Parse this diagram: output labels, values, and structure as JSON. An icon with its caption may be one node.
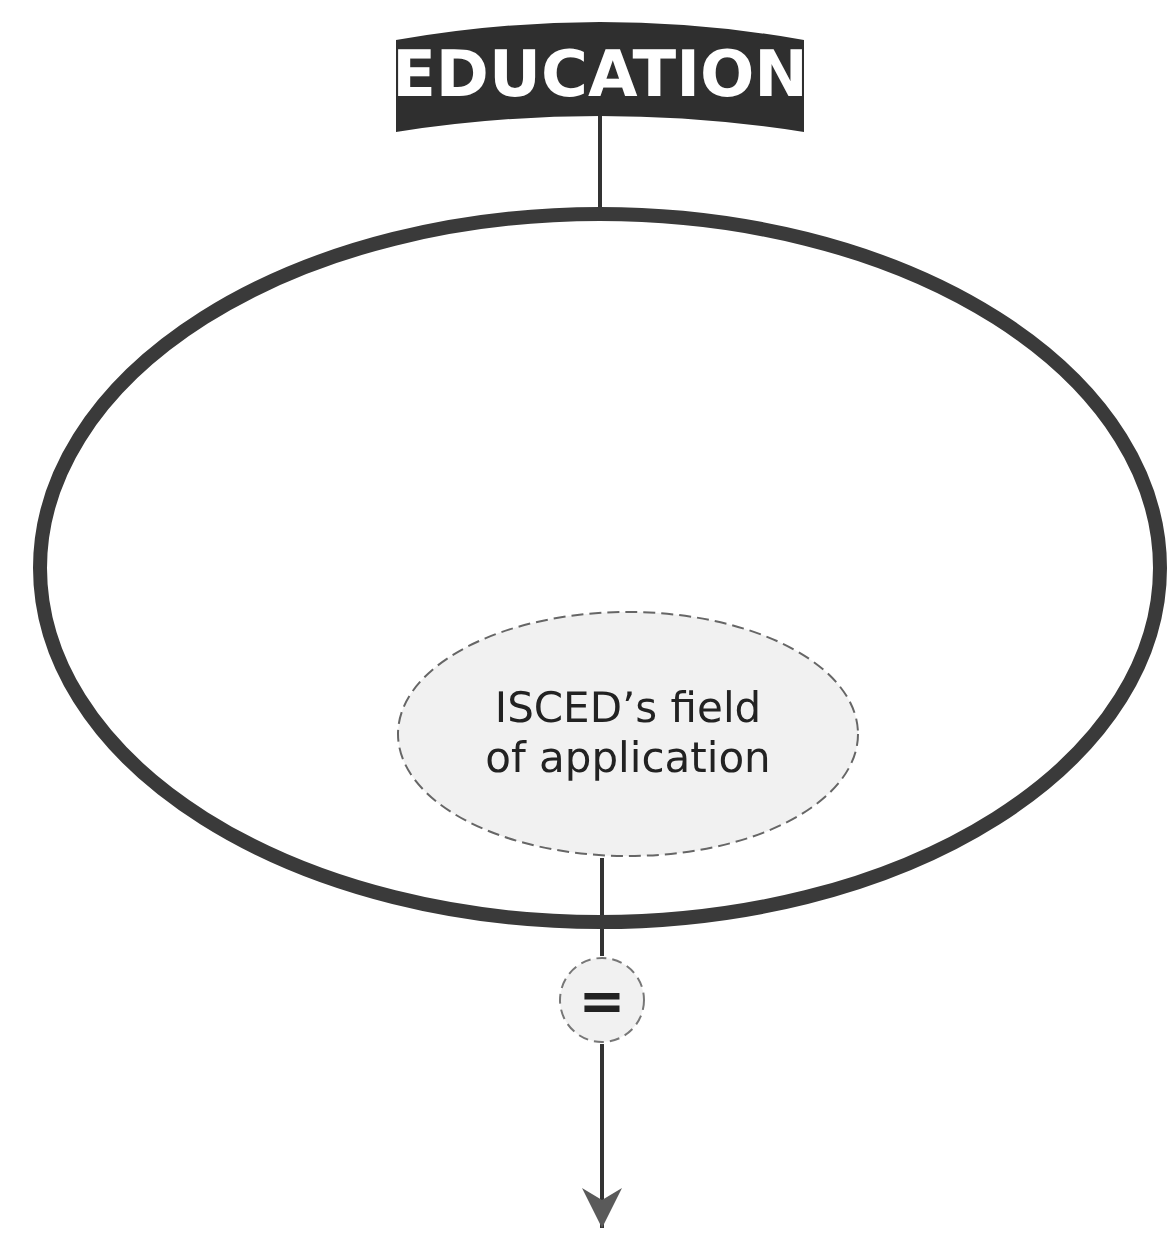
{
  "diagram": {
    "nodes": [
      {
        "text": [
          "EDUCATION"
        ]
      },
      {
        "text": [],
        "shape": "ellipse"
      },
      {
        "text": [
          "ISCED’s field of application"
        ],
        "in": 1
      },
      {
        "text": [
          "="
        ]
      }
    ],
    "edges": [
      {
        "from": 0,
        "to": 1,
        "arrow": "none"
      },
      {
        "from": 2,
        "to": 3,
        "arrow": "none"
      },
      {
        "from": 3,
        "to": null,
        "arrow": "to"
      }
    ]
  }
}
